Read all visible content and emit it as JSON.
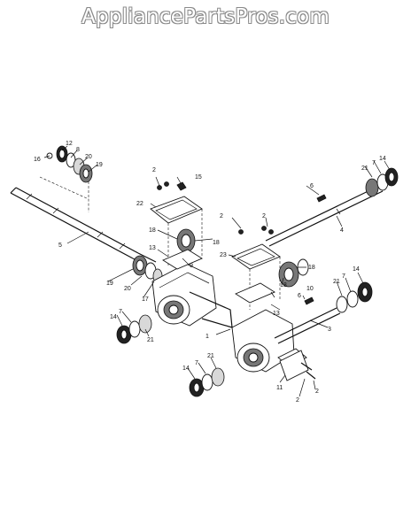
{
  "watermark": "AppliancePartsPros.com",
  "callouts": {
    "c1": "1",
    "c2a": "2",
    "c2b": "2",
    "c2c": "2",
    "c2d": "2",
    "c2e": "2",
    "c3": "3",
    "c4": "4",
    "c5": "5",
    "c6a": "6",
    "c6b": "6",
    "c7a": "7",
    "c7b": "7",
    "c7c": "7",
    "c7d": "7",
    "c8": "8",
    "c9": "9",
    "c10": "10",
    "c11": "11",
    "c12": "12",
    "c13a": "13",
    "c13b": "13",
    "c14a": "14",
    "c14b": "14",
    "c14c": "14",
    "c14d": "14",
    "c15": "15",
    "c16": "16",
    "c17": "17",
    "c18a": "18",
    "c18b": "18",
    "c18c": "18",
    "c18d": "18",
    "c19a": "19",
    "c19b": "19",
    "c20a": "20",
    "c20b": "20",
    "c21a": "21",
    "c21b": "21",
    "c21c": "21",
    "c21d": "21",
    "c22": "22",
    "c23": "23"
  }
}
